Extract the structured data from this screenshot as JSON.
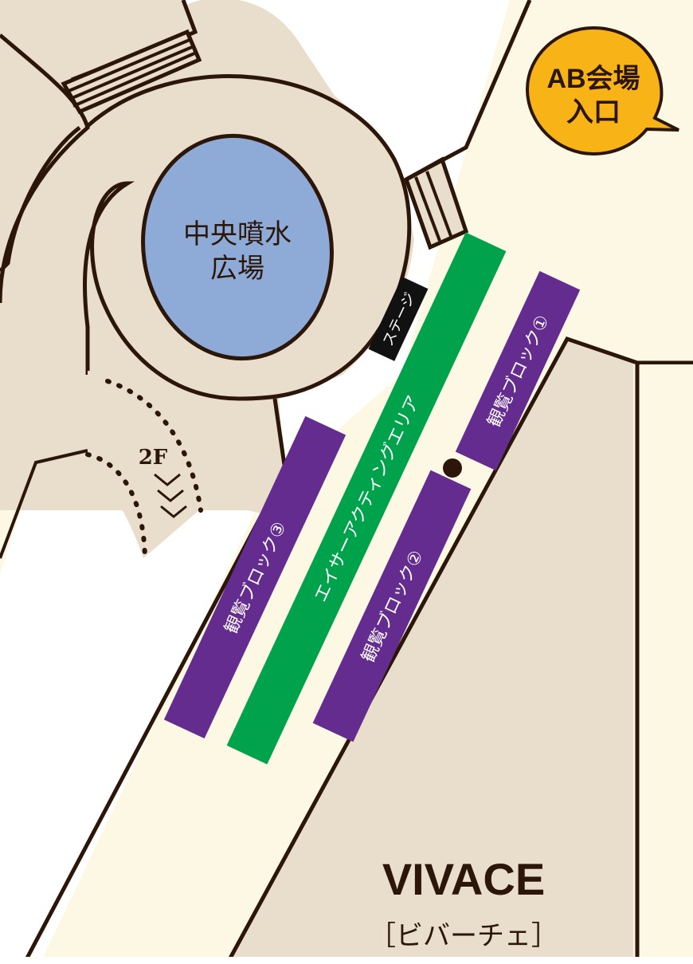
{
  "map": {
    "fountain_label_line1": "中央噴水",
    "fountain_label_line2": "広場",
    "stage_label": "ステージ",
    "eisa_area_label": "エイサーアクティングエリア",
    "block1_label": "観覧ブロック①",
    "block2_label": "観覧ブロック②",
    "block3_label": "観覧ブロック③",
    "entrance_label_line1": "AB会場",
    "entrance_label_line2": "入口",
    "floor_label": "2F",
    "floor_arrows_icon": "chevron-down-stack-icon",
    "building_name": "VIVACE",
    "building_name_kana": "［ビバーチェ］"
  },
  "colors": {
    "ground": "#fdf8e4",
    "building": "#e8decb",
    "outline": "#2b1609",
    "fountain": "#8eabd8",
    "eisa_area": "#00a34b",
    "viewing_block": "#642c8e",
    "stage": "#111111",
    "entrance_bubble": "#f8b416"
  }
}
